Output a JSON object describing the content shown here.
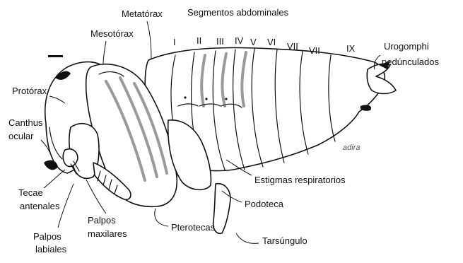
{
  "labels": {
    "metatorax": "Metatórax",
    "segmentos": "Segmentos abdominales",
    "mesotorax": "Mesotórax",
    "urogomphi": "Urogomphi",
    "pedunculados": "pedúnculados",
    "protorax": "Protórax",
    "canthus": "Canthus",
    "ocular": "ocular",
    "tecae": "Tecae",
    "antenales": "antenales",
    "palpos_lab": "Palpos",
    "labiales": "labiales",
    "palpos_max": "Palpos",
    "maxilares": "maxilares",
    "pterotecas": "Pterotecas",
    "estigmas": "Estigmas respiratorios",
    "podoteca": "Podoteca",
    "tarsungulo": "Tarsúngulo"
  },
  "segments": [
    "I",
    "II",
    "III",
    "IV",
    "V",
    "VI",
    "VII",
    "VII",
    "IX"
  ],
  "signature": "adira"
}
